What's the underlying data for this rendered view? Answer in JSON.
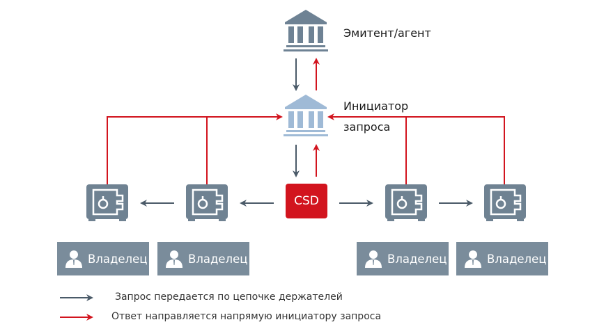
{
  "nodes": {
    "issuer": {
      "label": "Эмитент/агент",
      "icon": "bank-icon",
      "color": "#6e8294"
    },
    "initiator": {
      "label_line1": "Инициатор",
      "label_line2": "запроса",
      "icon": "bank-icon",
      "color": "#9fbad6"
    },
    "csd": {
      "label": "CSD",
      "color": "#d2141e"
    },
    "safes": [
      {
        "icon": "safe-icon"
      },
      {
        "icon": "safe-icon"
      },
      {
        "icon": "safe-icon"
      },
      {
        "icon": "safe-icon"
      }
    ],
    "owners": [
      {
        "label": "Владелец",
        "icon": "user-icon"
      },
      {
        "label": "Владелец",
        "icon": "user-icon"
      },
      {
        "label": "Владелец",
        "icon": "user-icon"
      },
      {
        "label": "Владелец",
        "icon": "user-icon"
      }
    ]
  },
  "legend": {
    "items": [
      {
        "label": "Запрос передается по цепочке держателей",
        "color": "#4a5a68"
      },
      {
        "label": "Ответ направляется напрямую инициатору запроса",
        "color": "#d2141e"
      }
    ]
  },
  "colors": {
    "request": "#4a5a68",
    "response": "#d2141e",
    "safe": "#6f8292",
    "owner_bg": "#7a8c9b"
  }
}
